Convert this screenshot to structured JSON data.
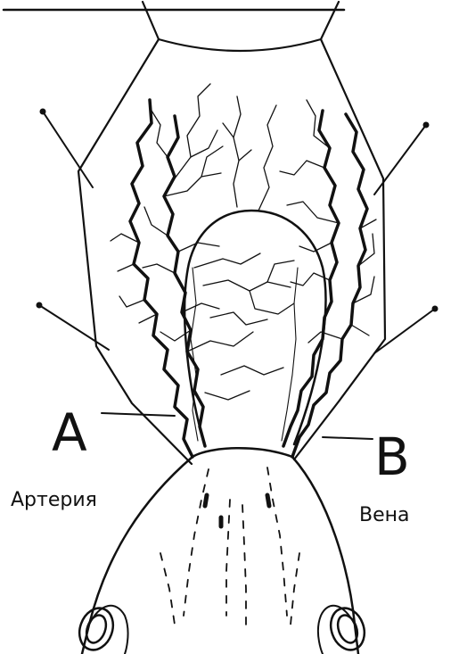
{
  "labels": {
    "artery_letter": "A",
    "vein_letter": "B",
    "artery_word": "Артерия",
    "vein_word": "Вена"
  }
}
